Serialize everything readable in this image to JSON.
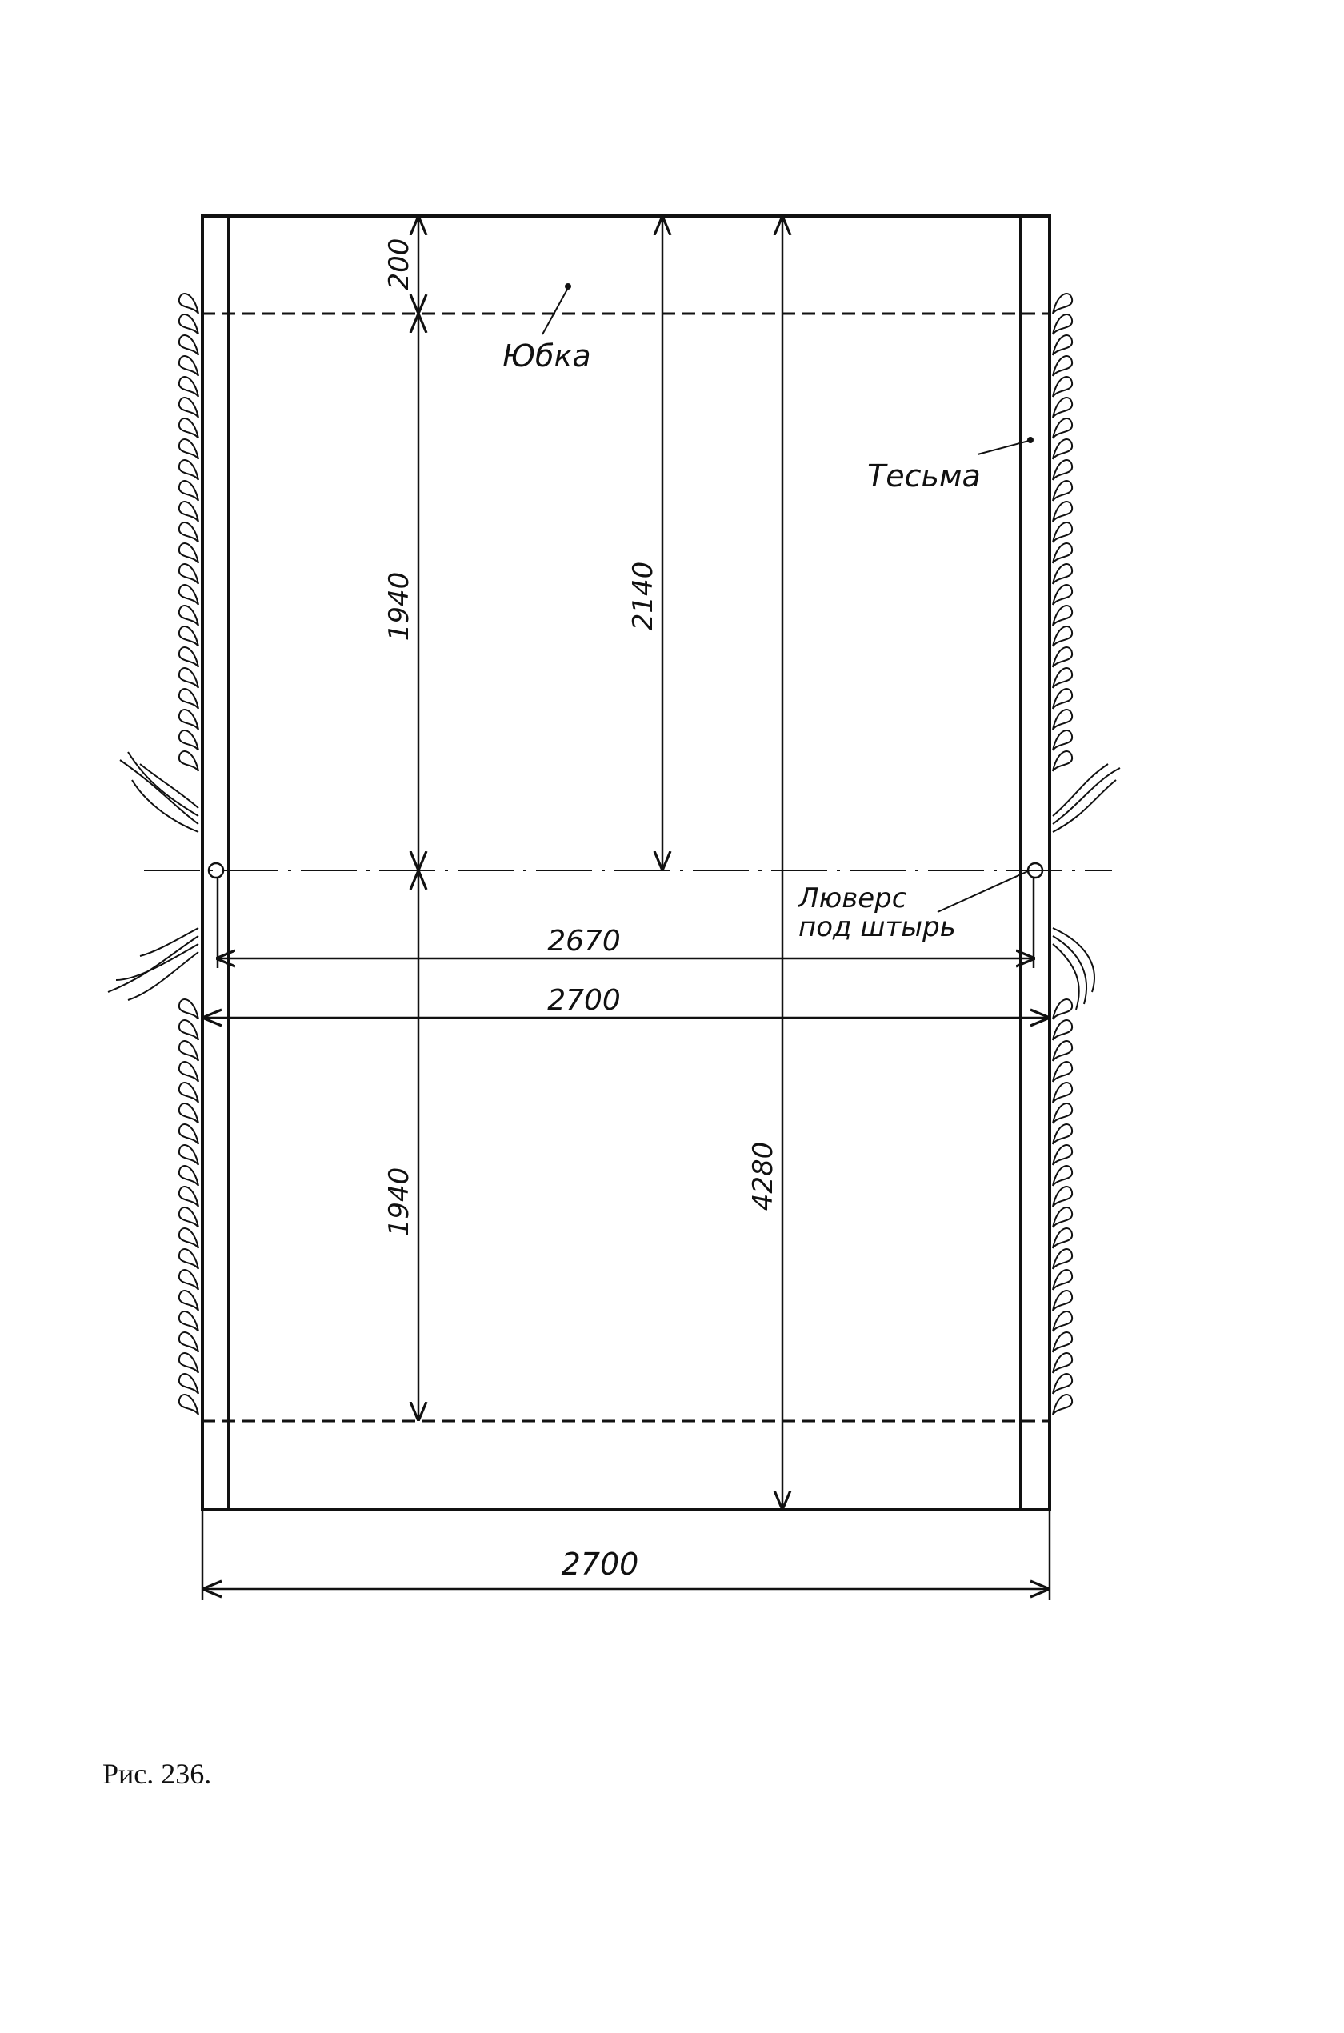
{
  "labels": {
    "skirt": "Юбка",
    "tape": "Тесьма",
    "grommet_line1": "Люверс",
    "grommet_line2": "под штырь"
  },
  "dimensions": {
    "top_band": "200",
    "upper_half": "1940",
    "lower_half": "1940",
    "to_center": "2140",
    "total_height": "4280",
    "inner_width": "2670",
    "middle_width": "2700",
    "bottom_width": "2700"
  },
  "caption": "Рис. 236."
}
